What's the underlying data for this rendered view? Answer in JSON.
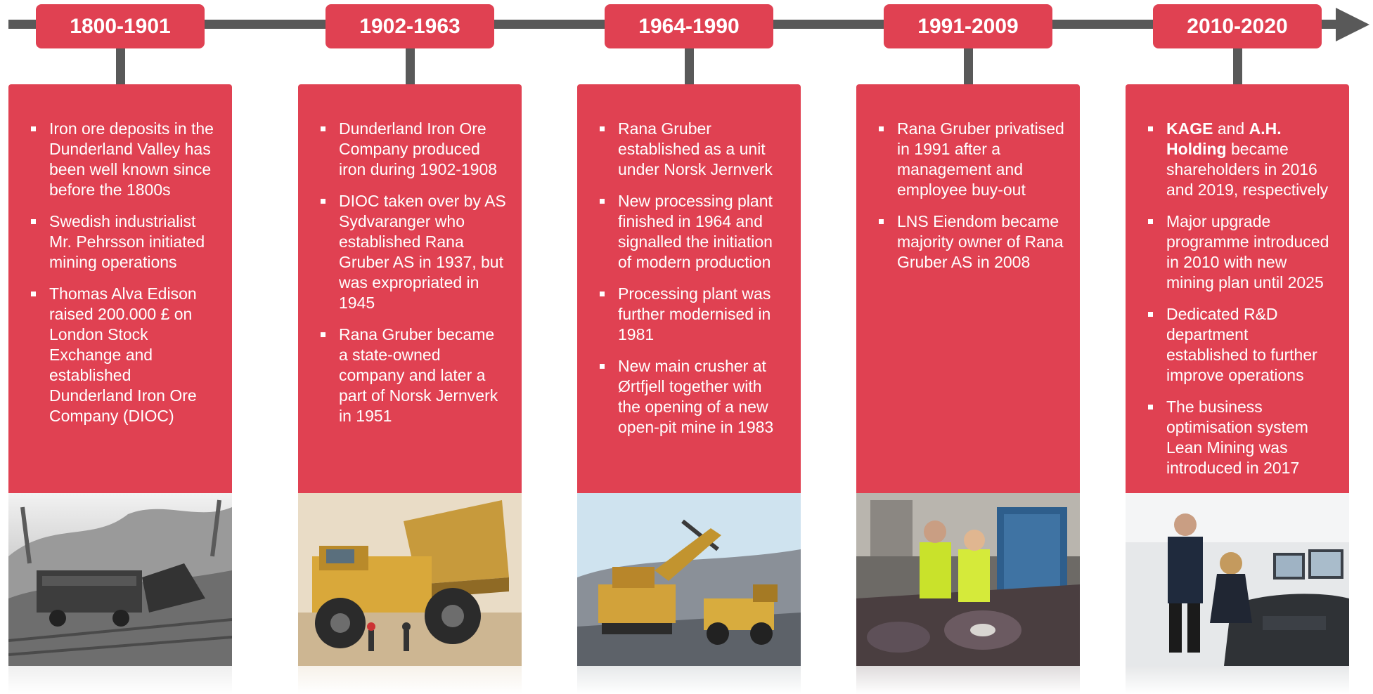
{
  "timeline": {
    "periods": [
      {
        "label": "1800-1901",
        "events": [
          [
            {
              "text": "Iron ore deposits in the Dunderland Valley has been well known since before the 1800s"
            }
          ],
          [
            {
              "text": "Swedish industrialist Mr. Pehrsson initiated mining operations"
            }
          ],
          [
            {
              "text": "Thomas Alva Edison raised 200.000 £ on London Stock Exchange and established Dunderland Iron Ore Company (DIOC)"
            }
          ]
        ],
        "photo": "historic-mining-train-photo"
      },
      {
        "label": "1902-1963",
        "events": [
          [
            {
              "text": "Dunderland Iron Ore Company produced iron during 1902-1908"
            }
          ],
          [
            {
              "text": "DIOC taken over by AS Sydvaranger who established Rana Gruber AS in 1937, but was expropriated in 1945"
            }
          ],
          [
            {
              "text": "Rana Gruber became a state-owned company and later a part of Norsk Jernverk in 1951"
            }
          ]
        ],
        "photo": "dump-truck-photo"
      },
      {
        "label": "1964-1990",
        "events": [
          [
            {
              "text": "Rana Gruber established as a unit under Norsk Jernverk"
            }
          ],
          [
            {
              "text": "New processing plant finished in 1964 and signalled the initiation of modern production"
            }
          ],
          [
            {
              "text": "Processing plant was further modernised in 1981"
            }
          ],
          [
            {
              "text": "New main crusher at Ørtfjell together with the opening of a new open-pit mine in 1983"
            }
          ]
        ],
        "photo": "excavator-loading-truck-photo"
      },
      {
        "label": "1991-2009",
        "events": [
          [
            {
              "text": "Rana Gruber privatised in 1991 after a management and employee buy-out"
            }
          ],
          [
            {
              "text": "LNS Eiendom became majority owner of Rana Gruber AS in 2008"
            }
          ]
        ],
        "photo": "workshop-workers-photo"
      },
      {
        "label": "2010-2020",
        "events": [
          [
            {
              "text": "KAGE",
              "bold": true
            },
            {
              "text": " and "
            },
            {
              "text": "A.H. Holding",
              "bold": true
            },
            {
              "text": " became shareholders in 2016 and 2019, respectively"
            }
          ],
          [
            {
              "text": "Major upgrade programme introduced in 2010 with new mining plan until 2025"
            }
          ],
          [
            {
              "text": "Dedicated R&D department established to further improve operations"
            }
          ],
          [
            {
              "text": "The business optimisation system Lean Mining was introduced in 2017"
            }
          ]
        ],
        "photo": "control-room-photo"
      }
    ]
  },
  "colors": {
    "accent": "#e04152",
    "axis": "#595959",
    "text_on_accent": "#ffffff"
  }
}
